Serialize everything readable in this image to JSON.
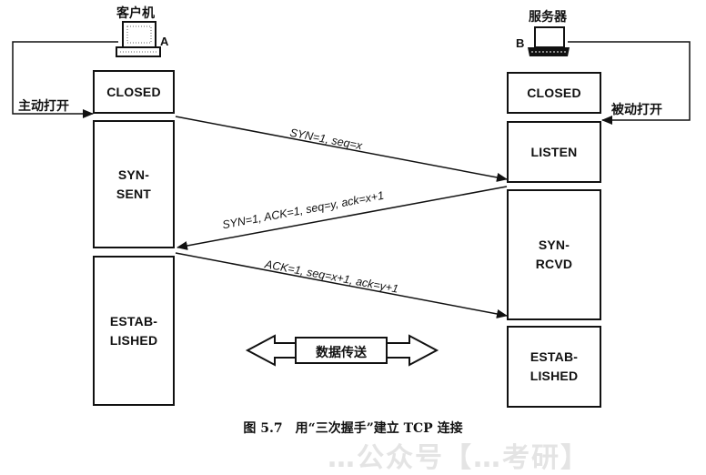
{
  "client": {
    "title": "客户机",
    "tag": "A",
    "action": "主动打开",
    "states": [
      "CLOSED",
      "SYN-\nSENT",
      "ESTAB-\nLISHED"
    ]
  },
  "server": {
    "title": "服务器",
    "tag": "B",
    "action": "被动打开",
    "states": [
      "CLOSED",
      "LISTEN",
      "SYN-\nRCVD",
      "ESTAB-\nLISHED"
    ]
  },
  "messages": [
    {
      "text": "SYN=1, seq=x",
      "direction": "A→B"
    },
    {
      "text": "SYN=1, ACK=1, seq=y, ack=x+1",
      "direction": "B→A"
    },
    {
      "text": "ACK=1, seq=x+1, ack=y+1",
      "direction": "A→B"
    }
  ],
  "data_transfer": "数据传送",
  "caption": "图 5.7　用“三次握手”建立 TCP 连接",
  "watermark": "…公众号【…考研】"
}
